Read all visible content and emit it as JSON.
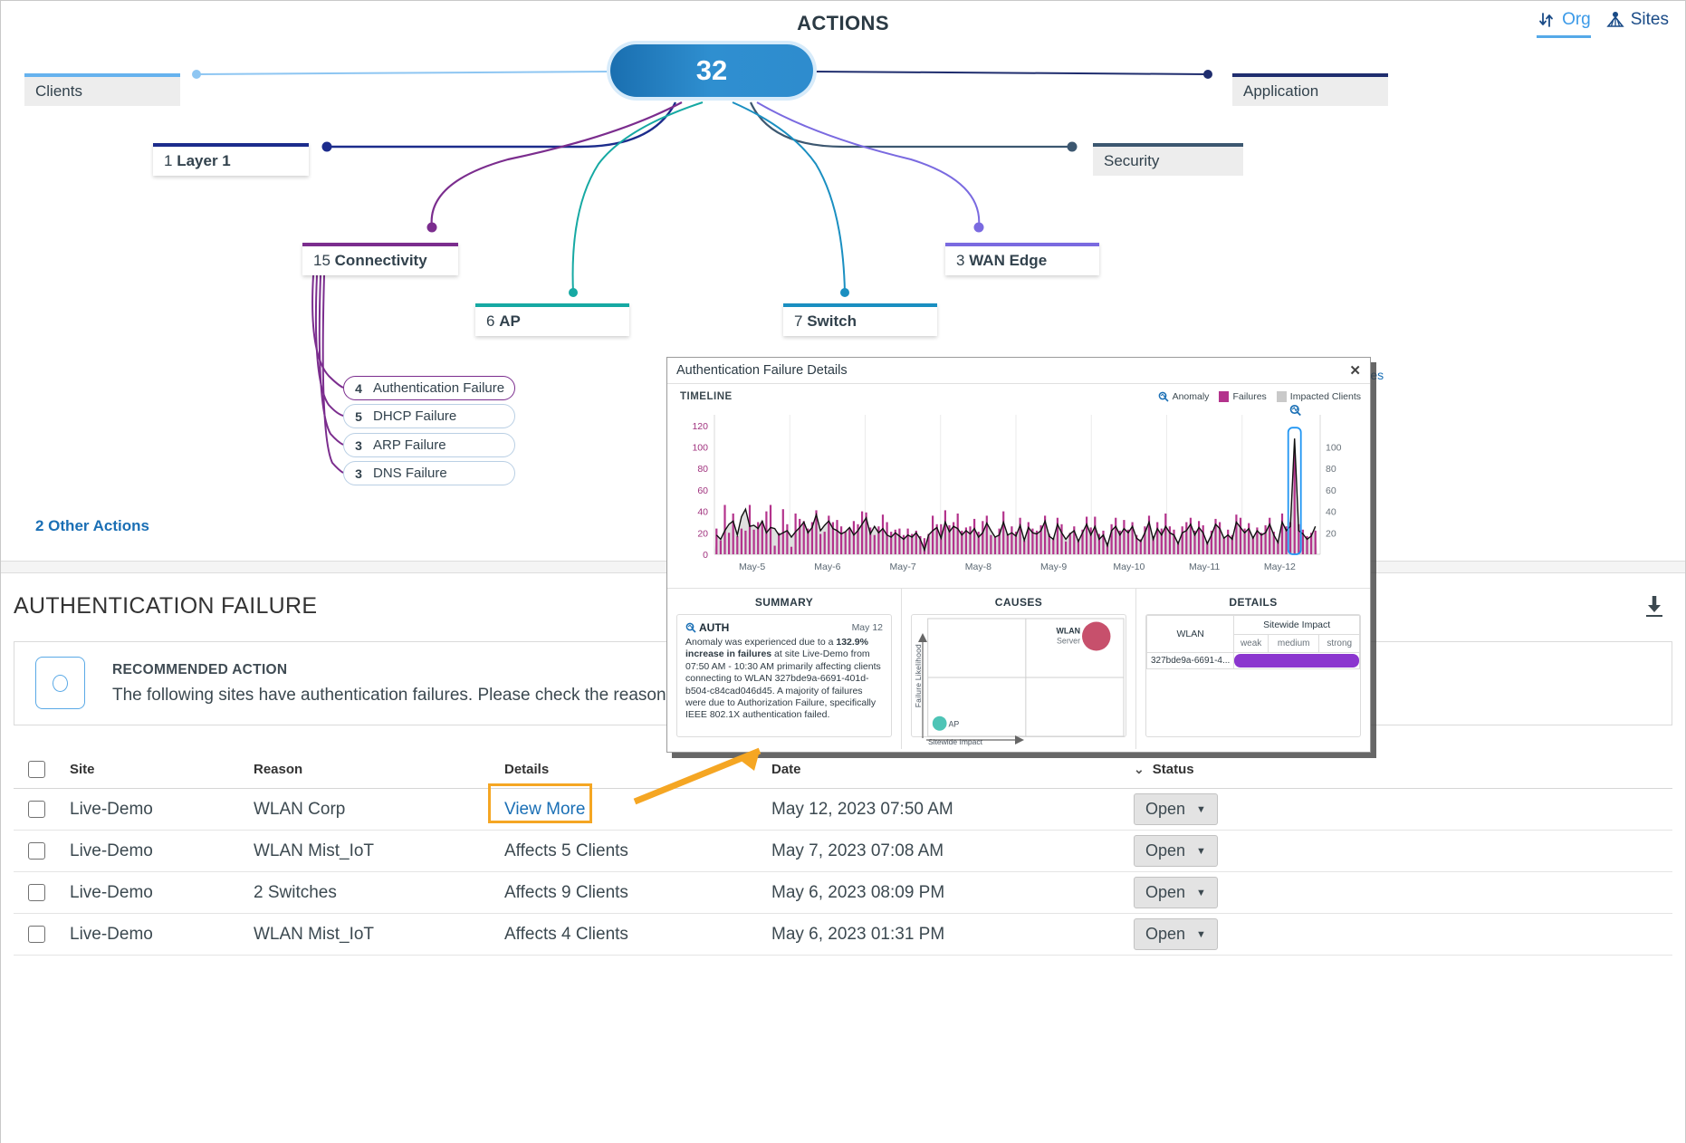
{
  "header": {
    "title": "ACTIONS",
    "toggle": [
      {
        "label": "Org",
        "icon": "sort-arrows-icon",
        "active": true
      },
      {
        "label": "Sites",
        "icon": "sites-pin-icon",
        "active": false
      }
    ]
  },
  "hub": {
    "count": "32"
  },
  "nodes": [
    {
      "id": "clients",
      "count": "",
      "name": "Clients",
      "color": "#66b2ee",
      "style": "flat"
    },
    {
      "id": "application",
      "count": "",
      "name": "Application",
      "color": "#1f2d6e",
      "style": "flat"
    },
    {
      "id": "layer1",
      "count": "1",
      "name": "Layer 1",
      "color": "#1c2c8c",
      "style": "card"
    },
    {
      "id": "security",
      "count": "",
      "name": "Security",
      "color": "#3c5770",
      "style": "flat"
    },
    {
      "id": "connectivity",
      "count": "15",
      "name": "Connectivity",
      "color": "#7b2d8e",
      "style": "card"
    },
    {
      "id": "wanedge",
      "count": "3",
      "name": "WAN Edge",
      "color": "#7a6ae0",
      "style": "card"
    },
    {
      "id": "ap",
      "count": "6",
      "name": "AP",
      "color": "#16a9a3",
      "style": "card"
    },
    {
      "id": "switch",
      "count": "7",
      "name": "Switch",
      "color": "#1a8fc1",
      "style": "card"
    }
  ],
  "pills": [
    {
      "id": "auth",
      "count": "4",
      "name": "Authentication Failure",
      "selected": true
    },
    {
      "id": "dhcp",
      "count": "5",
      "name": "DHCP Failure",
      "selected": false
    },
    {
      "id": "arp",
      "count": "3",
      "name": "ARP Failure",
      "selected": false
    },
    {
      "id": "dns",
      "count": "3",
      "name": "DNS Failure",
      "selected": false
    }
  ],
  "other_actions_label": "2 Other Actions",
  "behind_popup_text": "Sites",
  "bottom": {
    "title": "AUTHENTICATION FAILURE",
    "download_icon": "download-icon",
    "recommended": {
      "heading": "RECOMMENDED ACTION",
      "text": "The following sites have authentication failures. Please check the reason and details for more information."
    },
    "table": {
      "columns": [
        "Site",
        "Reason",
        "Details",
        "Date",
        "Status"
      ],
      "rows": [
        {
          "site": "Live-Demo",
          "reason": "WLAN Corp",
          "details": "View More",
          "details_is_link": true,
          "date": "May 12, 2023 07:50 AM",
          "status": "Open"
        },
        {
          "site": "Live-Demo",
          "reason": "WLAN Mist_IoT",
          "details": "Affects 5 Clients",
          "details_is_link": false,
          "date": "May 7, 2023 07:08 AM",
          "status": "Open"
        },
        {
          "site": "Live-Demo",
          "reason": "2 Switches",
          "details": "Affects 9 Clients",
          "details_is_link": false,
          "date": "May 6, 2023 08:09 PM",
          "status": "Open"
        },
        {
          "site": "Live-Demo",
          "reason": "WLAN Mist_IoT",
          "details": "Affects 4 Clients",
          "details_is_link": false,
          "date": "May 6, 2023 01:31 PM",
          "status": "Open"
        }
      ]
    }
  },
  "popup": {
    "title": "Authentication Failure Details",
    "close_icon": "close-icon",
    "timeline_label": "TIMELINE",
    "legend": [
      {
        "label": "Anomaly",
        "icon": "anomaly-magnifier-icon",
        "color": "#1a6fb5"
      },
      {
        "label": "Failures",
        "icon": "legend-swatch",
        "color": "#b3338c"
      },
      {
        "label": "Impacted Clients",
        "icon": "legend-swatch",
        "color": "#c9c9c9"
      }
    ],
    "summary": {
      "heading": "SUMMARY",
      "badge": "AUTH",
      "badge_icon": "anomaly-magnifier-icon",
      "date": "May 12",
      "text_parts": [
        {
          "t": "Anomaly was experienced due to a ",
          "b": false
        },
        {
          "t": "132.9% increase in failures",
          "b": true
        },
        {
          "t": " at site Live-Demo from 07:50 AM - 10:30 AM primarily affecting clients connecting to WLAN 327bde9a-6691-401d-b504-c84cad046d45. A majority of failures were due to Authorization Failure, specifically IEEE 802.1X authentication failed.",
          "b": false
        }
      ]
    },
    "causes": {
      "heading": "CAUSES",
      "ylabel": "Failure Likelihood",
      "xlabel": "Sitewide Impact",
      "points": [
        {
          "label": "WLAN Server",
          "label_line1": "WLAN",
          "label_line2": "Server",
          "x": 0.86,
          "y": 0.85,
          "r": 16,
          "color": "#c2415f"
        },
        {
          "label": "AP",
          "label_line1": "AP",
          "label_line2": "",
          "x": 0.06,
          "y": 0.11,
          "r": 8,
          "color": "#3fbfb0"
        }
      ]
    },
    "details": {
      "heading": "DETAILS",
      "col_wlan": "WLAN",
      "col_impact": "Sitewide Impact",
      "impact_levels": [
        "weak",
        "medium",
        "strong"
      ],
      "rows": [
        {
          "wlan": "327bde9a-6691-4...",
          "impact": 1.0,
          "color": "#8b36cf"
        }
      ]
    }
  },
  "chart_data": {
    "type": "bar",
    "title": "TIMELINE",
    "xlabel": "",
    "ylabel": "Failures",
    "categories": [
      "May-5",
      "May-6",
      "May-7",
      "May-8",
      "May-9",
      "May-10",
      "May-11",
      "May-12"
    ],
    "left_axis": {
      "ticks": [
        0,
        20,
        40,
        60,
        80,
        100,
        120
      ],
      "color": "#a0327e",
      "range": [
        0,
        130
      ]
    },
    "right_axis": {
      "ticks": [
        20,
        40,
        60,
        80,
        100
      ],
      "color": "#6a737b",
      "range": [
        0,
        130
      ]
    },
    "grid": true,
    "legend_position": "top-right",
    "annotation": {
      "label": "Anomaly",
      "at_category": "May-12",
      "value": 110
    },
    "series": [
      {
        "name": "Failures",
        "type": "bar",
        "color": "#b3338c",
        "values": [
          24,
          13,
          46,
          20,
          38,
          17,
          24,
          22,
          46,
          23,
          30,
          31,
          40,
          46,
          8,
          20,
          42,
          28,
          7,
          38,
          33,
          31,
          24,
          30,
          41,
          19,
          21,
          36,
          30,
          32,
          26,
          21,
          24,
          31,
          28,
          40,
          39,
          25,
          18,
          26,
          37,
          30,
          21,
          23,
          24,
          18,
          24,
          19,
          22,
          17,
          15,
          19,
          36,
          28,
          28,
          41,
          27,
          30,
          38,
          22,
          25,
          26,
          33,
          21,
          31,
          36,
          18,
          16,
          24,
          40,
          19,
          26,
          21,
          34,
          13,
          30,
          24,
          22,
          27,
          36,
          19,
          15,
          34,
          28,
          12,
          20,
          26,
          14,
          23,
          35,
          25,
          35,
          19,
          22,
          11,
          28,
          34,
          22,
          32,
          23,
          30,
          18,
          14,
          26,
          36,
          17,
          30,
          24,
          38,
          26,
          23,
          12,
          26,
          30,
          34,
          22,
          31,
          27,
          12,
          22,
          33,
          30,
          16,
          23,
          18,
          37,
          34,
          24,
          29,
          17,
          25,
          20,
          27,
          34,
          21,
          13,
          38,
          26,
          30,
          95,
          28,
          23,
          17,
          20,
          22
        ]
      },
      {
        "name": "Impacted Clients",
        "type": "area",
        "color": "#d9d9d9",
        "values": [
          18,
          14,
          22,
          28,
          31,
          18,
          35,
          42,
          26,
          27,
          24,
          31,
          20,
          25,
          24,
          18,
          20,
          22,
          16,
          21,
          25,
          30,
          20,
          25,
          37,
          22,
          27,
          31,
          24,
          22,
          19,
          21,
          25,
          18,
          22,
          28,
          34,
          19,
          26,
          20,
          24,
          18,
          16,
          20,
          17,
          14,
          18,
          16,
          20,
          14,
          4,
          18,
          22,
          25,
          15,
          30,
          21,
          26,
          24,
          18,
          22,
          19,
          24,
          16,
          20,
          29,
          22,
          16,
          18,
          30,
          18,
          20,
          17,
          27,
          13,
          25,
          20,
          19,
          22,
          31,
          17,
          14,
          28,
          20,
          14,
          19,
          22,
          12,
          20,
          28,
          18,
          26,
          14,
          18,
          8,
          22,
          26,
          18,
          24,
          20,
          26,
          15,
          12,
          20,
          30,
          14,
          24,
          18,
          26,
          20,
          18,
          10,
          20,
          22,
          28,
          18,
          25,
          20,
          10,
          18,
          28,
          24,
          15,
          18,
          14,
          30,
          25,
          20,
          24,
          15,
          22,
          18,
          20,
          28,
          18,
          11,
          30,
          22,
          26,
          108,
          22,
          19,
          14,
          17,
          26
        ]
      },
      {
        "name": "Failures Trend",
        "type": "line",
        "color": "#111111",
        "values": [
          18,
          14,
          22,
          28,
          31,
          18,
          35,
          42,
          26,
          27,
          24,
          31,
          20,
          25,
          24,
          18,
          20,
          22,
          16,
          21,
          25,
          30,
          20,
          25,
          37,
          22,
          27,
          31,
          24,
          22,
          19,
          21,
          25,
          18,
          22,
          28,
          34,
          19,
          26,
          20,
          24,
          18,
          16,
          20,
          17,
          14,
          18,
          16,
          20,
          14,
          4,
          18,
          22,
          25,
          15,
          30,
          21,
          26,
          24,
          18,
          22,
          19,
          24,
          16,
          20,
          29,
          22,
          16,
          18,
          30,
          18,
          20,
          17,
          27,
          13,
          25,
          20,
          19,
          22,
          31,
          17,
          14,
          28,
          20,
          14,
          19,
          22,
          12,
          20,
          28,
          18,
          26,
          14,
          18,
          8,
          22,
          26,
          18,
          24,
          20,
          26,
          15,
          12,
          20,
          30,
          14,
          24,
          18,
          26,
          20,
          18,
          10,
          20,
          22,
          28,
          18,
          25,
          20,
          10,
          18,
          28,
          24,
          15,
          18,
          14,
          30,
          25,
          20,
          24,
          15,
          22,
          18,
          20,
          28,
          18,
          11,
          30,
          22,
          26,
          108,
          22,
          19,
          14,
          17,
          26
        ]
      }
    ]
  }
}
